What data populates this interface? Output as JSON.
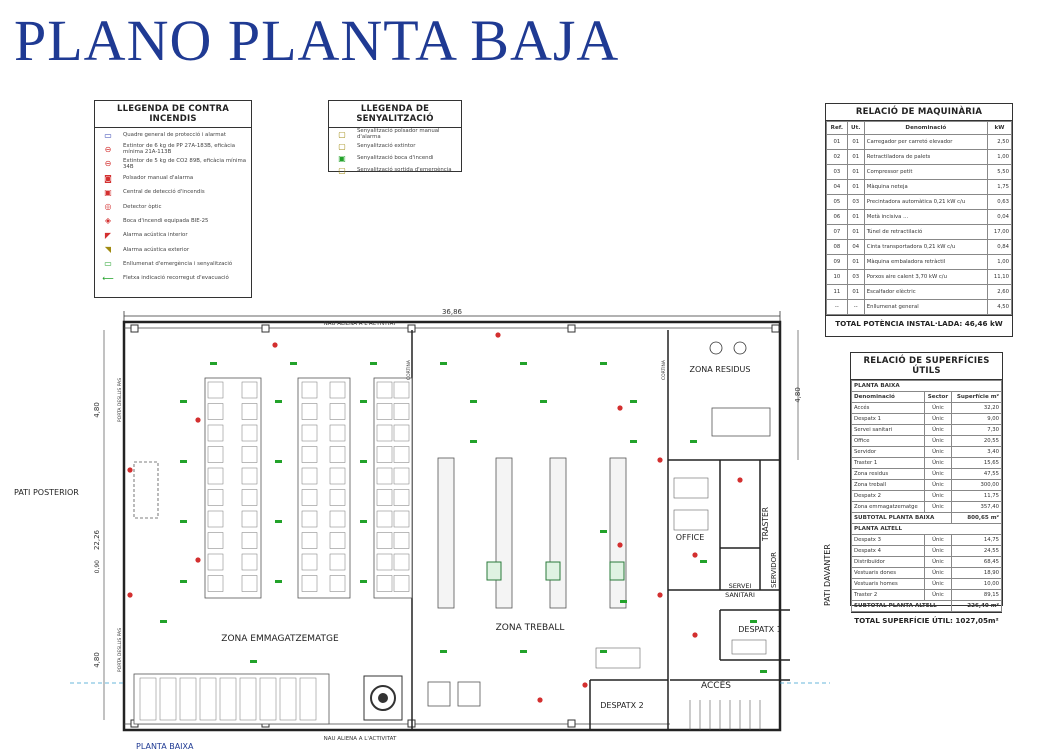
{
  "title": "PLANO PLANTA BAJA",
  "legend_fire": {
    "title": "LLEGENDA DE CONTRA INCENDIS",
    "items": [
      {
        "icon": "control-panel-icon",
        "label": "Quadre general de protecció i alarmat"
      },
      {
        "icon": "extinguisher-icon",
        "label": "Extintor de 6 kg de PP 27A-183B, eficàcia mínima 21A-113B"
      },
      {
        "icon": "extinguisher-co2-icon",
        "label": "Extintor de 5 kg de CO2 89B, eficàcia mínima 34B"
      },
      {
        "icon": "manual-alarm-icon",
        "label": "Polsador manual d'alarma"
      },
      {
        "icon": "detection-center-icon",
        "label": "Central de detecció d'incendis"
      },
      {
        "icon": "optical-detector-icon",
        "label": "Detector òptic"
      },
      {
        "icon": "fire-hose-icon",
        "label": "Boca d'incendi equipada BIE-25"
      },
      {
        "icon": "indoor-alarm-icon",
        "label": "Alarma acústica interior"
      },
      {
        "icon": "outdoor-alarm-icon",
        "label": "Alarma acústica exterior"
      },
      {
        "icon": "emergency-light-icon",
        "label": "Enllumenat d'emergència i senyalització"
      },
      {
        "icon": "evacuation-arrow-icon",
        "label": "Fletxa indicació recorregut d'evacuació"
      }
    ]
  },
  "legend_sign": {
    "title": "LLEGENDA DE SENYALITZACIÓ",
    "items": [
      {
        "icon": "sign-alarm-icon",
        "label": "Senyalització polsador manual d'alarma"
      },
      {
        "icon": "sign-extinguisher-icon",
        "label": "Senyalització extintor"
      },
      {
        "icon": "sign-hose-icon",
        "label": "Senyalització boca d'incendi"
      },
      {
        "icon": "sign-fire-door-icon",
        "label": "Senyalització sortida d'emergència"
      }
    ]
  },
  "machinery": {
    "title": "RELACIÓ DE MAQUINÀRIA",
    "headers": [
      "Ref.",
      "Ut.",
      "Denominació",
      "kW"
    ],
    "rows": [
      [
        "01",
        "01",
        "Carregador per carretó elevador",
        "2,50"
      ],
      [
        "02",
        "01",
        "Retractiladora de palets",
        "1,00"
      ],
      [
        "03",
        "01",
        "Compressor petit",
        "5,50"
      ],
      [
        "04",
        "01",
        "Màquina neteja",
        "1,75"
      ],
      [
        "05",
        "03",
        "Precintadora automàtica 0,21 kW c/u",
        "0,63"
      ],
      [
        "06",
        "01",
        "Metà incisiva ...",
        "0,04"
      ],
      [
        "07",
        "01",
        "Túnel de retractilació",
        "17,00"
      ],
      [
        "08",
        "04",
        "Cinta transportadora 0,21 kW c/u",
        "0,84"
      ],
      [
        "09",
        "01",
        "Màquina embaladora retràctil",
        "1,00"
      ],
      [
        "10",
        "03",
        "Porxos aire calent 3,70 kW c/u",
        "11,10"
      ],
      [
        "11",
        "01",
        "Escalfador elèctric",
        "2,60"
      ],
      [
        "--",
        "--",
        "Enllumenat general",
        "4,50"
      ]
    ],
    "total": "TOTAL POTÈNCIA INSTAL·LADA: 46,46 kW"
  },
  "surfaces": {
    "title": "RELACIÓ DE SUPERFÍCIES ÚTILS",
    "section1": "PLANTA BAIXA",
    "headers": [
      "Denominació",
      "Sector",
      "Superfície m²"
    ],
    "rows1": [
      [
        "Accés",
        "Únic",
        "32,20"
      ],
      [
        "Despatx 1",
        "Únic",
        "9,00"
      ],
      [
        "Servei sanitari",
        "Únic",
        "7,30"
      ],
      [
        "Office",
        "Únic",
        "20,55"
      ],
      [
        "Servidor",
        "Únic",
        "3,40"
      ],
      [
        "Traster 1",
        "Únic",
        "15,65"
      ],
      [
        "Zona residus",
        "Únic",
        "47,55"
      ],
      [
        "Zona treball",
        "Únic",
        "300,00"
      ],
      [
        "Despatx 2",
        "Únic",
        "11,75"
      ],
      [
        "Zona emmagatzematge",
        "Únic",
        "357,40"
      ]
    ],
    "subtotal1": [
      "SUBTOTAL PLANTA BAIXA",
      "800,65 m²"
    ],
    "section2": "PLANTA ALTELL",
    "rows2": [
      [
        "Despatx 3",
        "Únic",
        "14,75"
      ],
      [
        "Despatx 4",
        "Únic",
        "24,55"
      ],
      [
        "Distribuïdor",
        "Únic",
        "68,45"
      ],
      [
        "Vestuaris dones",
        "Únic",
        "18,90"
      ],
      [
        "Vestuaris homes",
        "Únic",
        "10,00"
      ],
      [
        "Traster 2",
        "Únic",
        "89,15"
      ]
    ],
    "subtotal2": [
      "SUBTOTAL PLANTA ALTELL",
      "226,40 m²"
    ],
    "total": "TOTAL SUPERFÍCIE ÚTIL: 1027,05m²"
  },
  "plan": {
    "dim_width": "36,86",
    "dim_height": "22,26",
    "dim_left_top": "4,80",
    "dim_left_mid": "0,90",
    "dim_left_bot": "4,80",
    "dim_right": "4,80",
    "nave_top": "NAU ALIENA A L'ACTIVITAT",
    "nave_bottom": "NAU ALIENA A L'ACTIVITAT",
    "pati_posterior": "PATI POSTERIOR",
    "pati_davanter": "PATI DAVANTER",
    "planta": "PLANTA BAIXA",
    "zone_storage": "ZONA EMMAGATZEMATGE",
    "zone_work": "ZONA TREBALL",
    "zone_waste": "ZONA RESIDUS",
    "office": "OFFICE",
    "traster": "TRASTER",
    "servidor": "SERVIDOR",
    "servei": "SERVEI",
    "sanitari": "SANITARI",
    "despatx1": "DESPATX 1",
    "despatx2": "DESPATX 2",
    "acces": "ACCÉS",
    "corridor_left": "PORTA DESLLIS PAS",
    "cortina": "CORTINA"
  },
  "colors": {
    "title": "#1f3a93",
    "fire": "#d32f2f",
    "evac": "#22a22a",
    "line": "#333333"
  }
}
